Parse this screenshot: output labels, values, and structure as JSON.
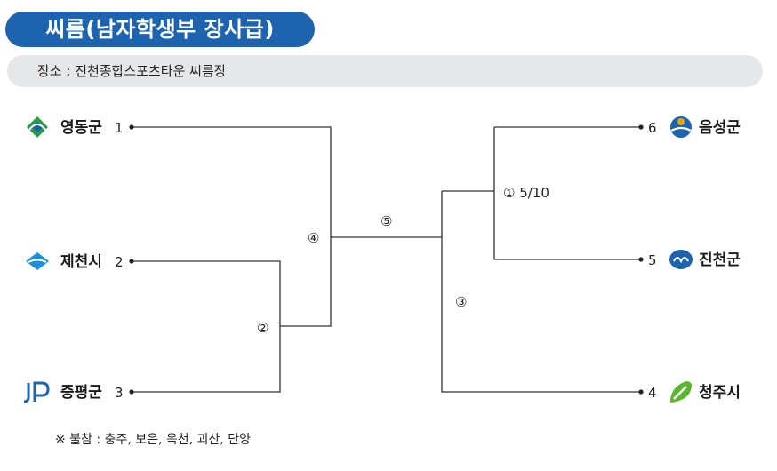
{
  "title": "씨름(남자학생부 장사급)",
  "venue": "장소 : 진천종합스포츠타운 씨름장",
  "teams": [
    {
      "name": "영동군",
      "seed": "1"
    },
    {
      "name": "제천시",
      "seed": "2"
    },
    {
      "name": "증평군",
      "seed": "3"
    },
    {
      "name": "음성군",
      "seed": "6"
    },
    {
      "name": "진천군",
      "seed": "5"
    },
    {
      "name": "청주시",
      "seed": "4"
    }
  ],
  "matches": {
    "m1": "① 5/10",
    "m2": "②",
    "m3": "③",
    "m4": "④",
    "m5": "⑤"
  },
  "note": "※ 불참 : 충주, 보은, 옥천, 괴산, 단양",
  "colors": {
    "title_bg": "#1d63ad",
    "venue_bg": "#e6e7e9",
    "line": "#333333"
  },
  "icons": {
    "yeongdong": "yeongdong-emblem-icon",
    "jecheon": "jecheon-emblem-icon",
    "jeungpyeong": "jeungpyeong-emblem-icon",
    "eumseong": "eumseong-emblem-icon",
    "jincheon": "jincheon-emblem-icon",
    "cheongju": "cheongju-emblem-icon"
  }
}
